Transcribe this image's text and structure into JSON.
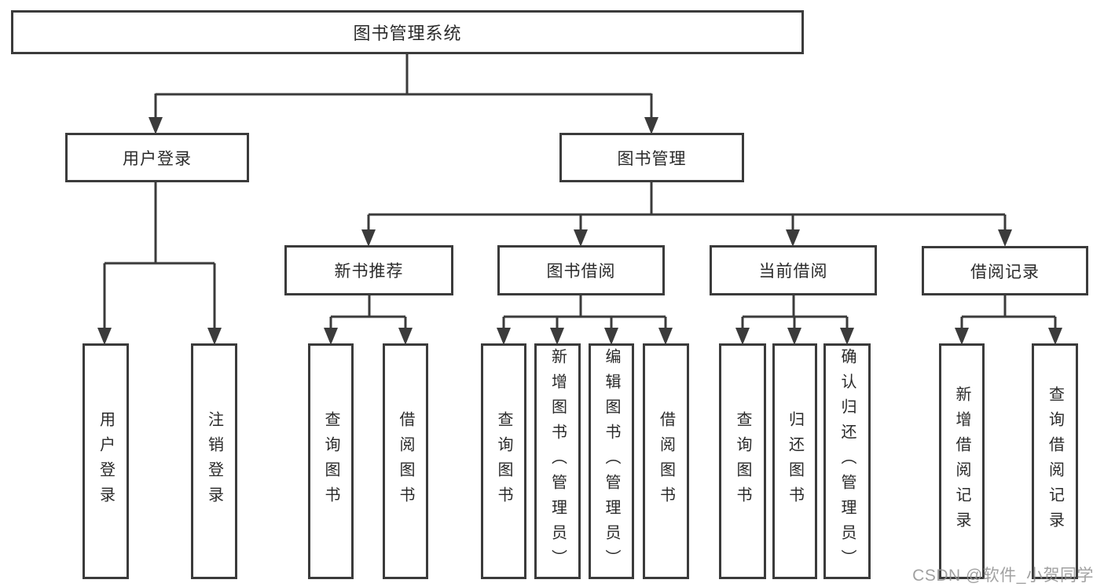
{
  "diagram": {
    "colors": {
      "line": "#3b3b3b",
      "border": "#3b3b3b",
      "text": "#2a2a2a",
      "background": "#ffffff",
      "watermark": "#919191"
    },
    "watermark": "CSDN @软件_小贺同学",
    "tree": {
      "root": {
        "label": "图书管理系统"
      },
      "children": [
        {
          "label": "用户登录",
          "children": [
            {
              "label": "用户登录"
            },
            {
              "label": "注销登录"
            }
          ]
        },
        {
          "label": "图书管理",
          "children": [
            {
              "label": "新书推荐",
              "children": [
                {
                  "label": "查询图书"
                },
                {
                  "label": "借阅图书"
                }
              ]
            },
            {
              "label": "图书借阅",
              "children": [
                {
                  "label": "查询图书"
                },
                {
                  "label": "新增图书（管理员）"
                },
                {
                  "label": "编辑图书（管理员）"
                },
                {
                  "label": "借阅图书"
                }
              ]
            },
            {
              "label": "当前借阅",
              "children": [
                {
                  "label": "查询图书"
                },
                {
                  "label": "归还图书"
                },
                {
                  "label": "确认归还（管理员）"
                }
              ]
            },
            {
              "label": "借阅记录",
              "children": [
                {
                  "label": "新增借阅记录"
                },
                {
                  "label": "查询借阅记录"
                }
              ]
            }
          ]
        }
      ]
    }
  }
}
